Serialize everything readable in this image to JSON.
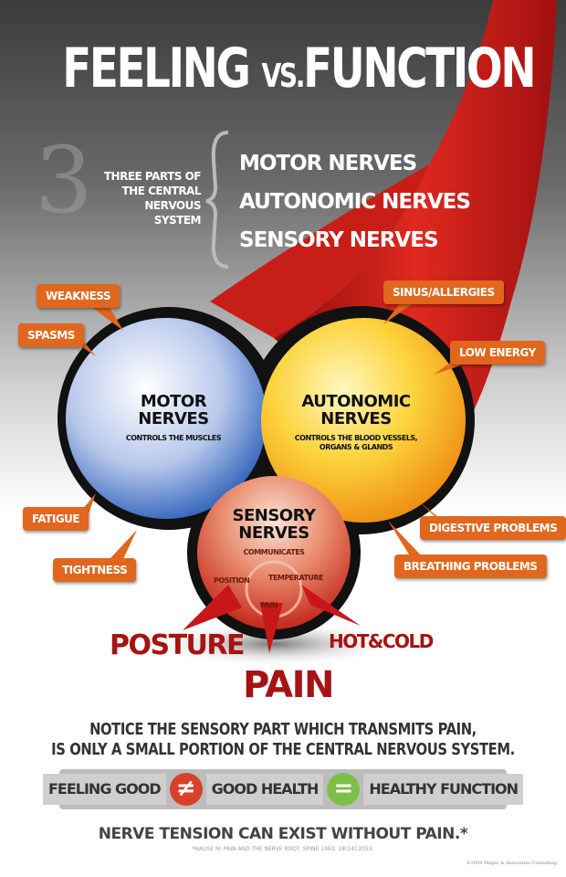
{
  "title": {
    "part1": "FEELING",
    "vs": "VS.",
    "part2": "FUNCTION"
  },
  "intro": {
    "number": "3",
    "text": "THREE PARTS OF THE CENTRAL NERVOUS SYSTEM",
    "nerves": [
      "MOTOR NERVES",
      "AUTONOMIC NERVES",
      "SENSORY NERVES"
    ]
  },
  "motor": {
    "title": "MOTOR NERVES",
    "desc": "CONTROLS THE MUSCLES",
    "color": "#2f6fc0"
  },
  "autonomic": {
    "title": "AUTONOMIC NERVES",
    "desc": "CONTROLS THE BLOOD VESSELS, ORGANS & GLANDS",
    "color": "#f2a51c"
  },
  "sensory": {
    "title": "SENSORY NERVES",
    "cycle": [
      "COMMUNICATES",
      "TEMPERATURE",
      "PAIN",
      "POSITION"
    ],
    "color": "#c9301e"
  },
  "tags": {
    "weakness": "WEAKNESS",
    "spasms": "SPASMS",
    "fatigue": "FATIGUE",
    "tightness": "TIGHTNESS",
    "sinus": "SINUS/ALLERGIES",
    "low_energy": "LOW ENERGY",
    "digestive": "DIGESTIVE PROBLEMS",
    "breathing": "BREATHING PROBLEMS"
  },
  "outputs": {
    "posture": "POSTURE",
    "hot_cold": "HOT&COLD",
    "pain": "PAIN"
  },
  "notice": [
    "NOTICE THE SENSORY PART WHICH TRANSMITS PAIN,",
    "IS ONLY A SMALL PORTION OF THE CENTRAL NERVOUS SYSTEM."
  ],
  "equation": {
    "a": "FEELING GOOD",
    "op1": "≠",
    "b": "GOOD HEALTH",
    "op2": "=",
    "c": "HEALTHY FUNCTION",
    "neq_color": "#d8402a",
    "eq_color": "#7cc04a"
  },
  "footer": {
    "statement": "NERVE TENSION CAN EXIST WITHOUT PAIN.*",
    "citation": "*HAUSE M. PAIN AND THE NERVE ROOT. SPINE 1993; 18(14):2053.",
    "copyright": "©2009 Mager & Associates Consulting"
  }
}
